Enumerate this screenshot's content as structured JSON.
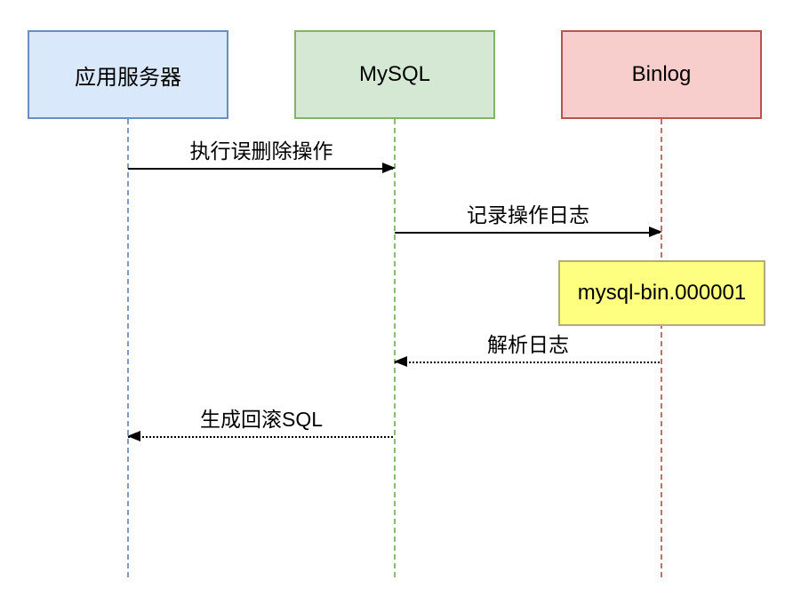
{
  "diagram": {
    "type": "sequence",
    "background": "#ffffff",
    "arrow_color": "#000000",
    "actors": [
      {
        "label": "应用服务器",
        "fill": "#dae8fc",
        "border": "#6c8ebf",
        "lifeline_color": "#7d9ec7",
        "lifeline_style": "dashed"
      },
      {
        "label": "MySQL",
        "fill": "#d5e8d4",
        "border": "#82b366",
        "lifeline_color": "#8cba74",
        "lifeline_style": "dashed"
      },
      {
        "label": "Binlog",
        "fill": "#f8cecc",
        "border": "#b85450",
        "lifeline_color": "#c0736a",
        "lifeline_style": "dashed"
      }
    ],
    "messages": [
      {
        "label": "执行误删除操作",
        "from": "应用服务器",
        "to": "MySQL",
        "line": "solid",
        "direction": "right"
      },
      {
        "label": "记录操作日志",
        "from": "MySQL",
        "to": "Binlog",
        "line": "solid",
        "direction": "right"
      },
      {
        "label": "解析日志",
        "from": "Binlog",
        "to": "MySQL",
        "line": "dotted",
        "direction": "left"
      },
      {
        "label": "生成回滚SQL",
        "from": "MySQL",
        "to": "应用服务器",
        "line": "dotted",
        "direction": "left"
      }
    ],
    "note": {
      "label": "mysql-bin.000001",
      "fill": "#feff80",
      "border": "#b3ab7a",
      "attached_to": "Binlog"
    }
  }
}
